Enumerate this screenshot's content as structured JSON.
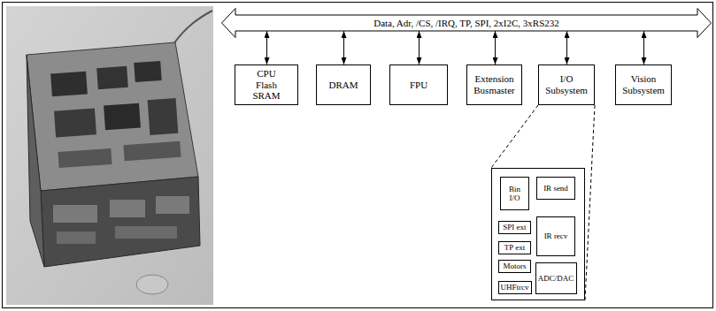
{
  "diagram": {
    "nodes": [
      {
        "text": [
          "Data, Adr, /CS, /IRQ, TP, SPI, 2xI2C, 3xRS232"
        ]
      },
      {
        "text": [
          "CPU Flash SRAM"
        ]
      },
      {
        "text": [
          "DRAM"
        ]
      },
      {
        "text": [
          "FPU"
        ]
      },
      {
        "text": [
          "Extension Busmaster"
        ]
      },
      {
        "text": [
          "I/O Subsystem"
        ]
      },
      {
        "text": [
          "Vision Subsystem"
        ]
      },
      {
        "text": []
      },
      {
        "text": [
          "Bin I/O"
        ],
        "in": 7
      },
      {
        "text": [
          "IR send"
        ],
        "in": 7
      },
      {
        "text": [
          "SPI ext"
        ],
        "in": 7
      },
      {
        "text": [
          "IR recv"
        ],
        "in": 7
      },
      {
        "text": [
          "TP ext"
        ],
        "in": 7
      },
      {
        "text": [
          "Motors"
        ],
        "in": 7
      },
      {
        "text": [
          "ADC/DAC"
        ],
        "in": 7
      },
      {
        "text": [
          "UHFtrcv"
        ],
        "in": 7
      }
    ],
    "edges": [
      {
        "from": 0,
        "to": 1,
        "arrow": "both"
      },
      {
        "from": 0,
        "to": 2,
        "arrow": "both"
      },
      {
        "from": 0,
        "to": 3,
        "arrow": "both"
      },
      {
        "from": 0,
        "to": 4,
        "arrow": "both"
      },
      {
        "from": 0,
        "to": 5,
        "arrow": "both"
      },
      {
        "from": 0,
        "to": 6,
        "arrow": "both"
      },
      {
        "from": 5,
        "to": 7,
        "arrow": "none"
      }
    ]
  }
}
